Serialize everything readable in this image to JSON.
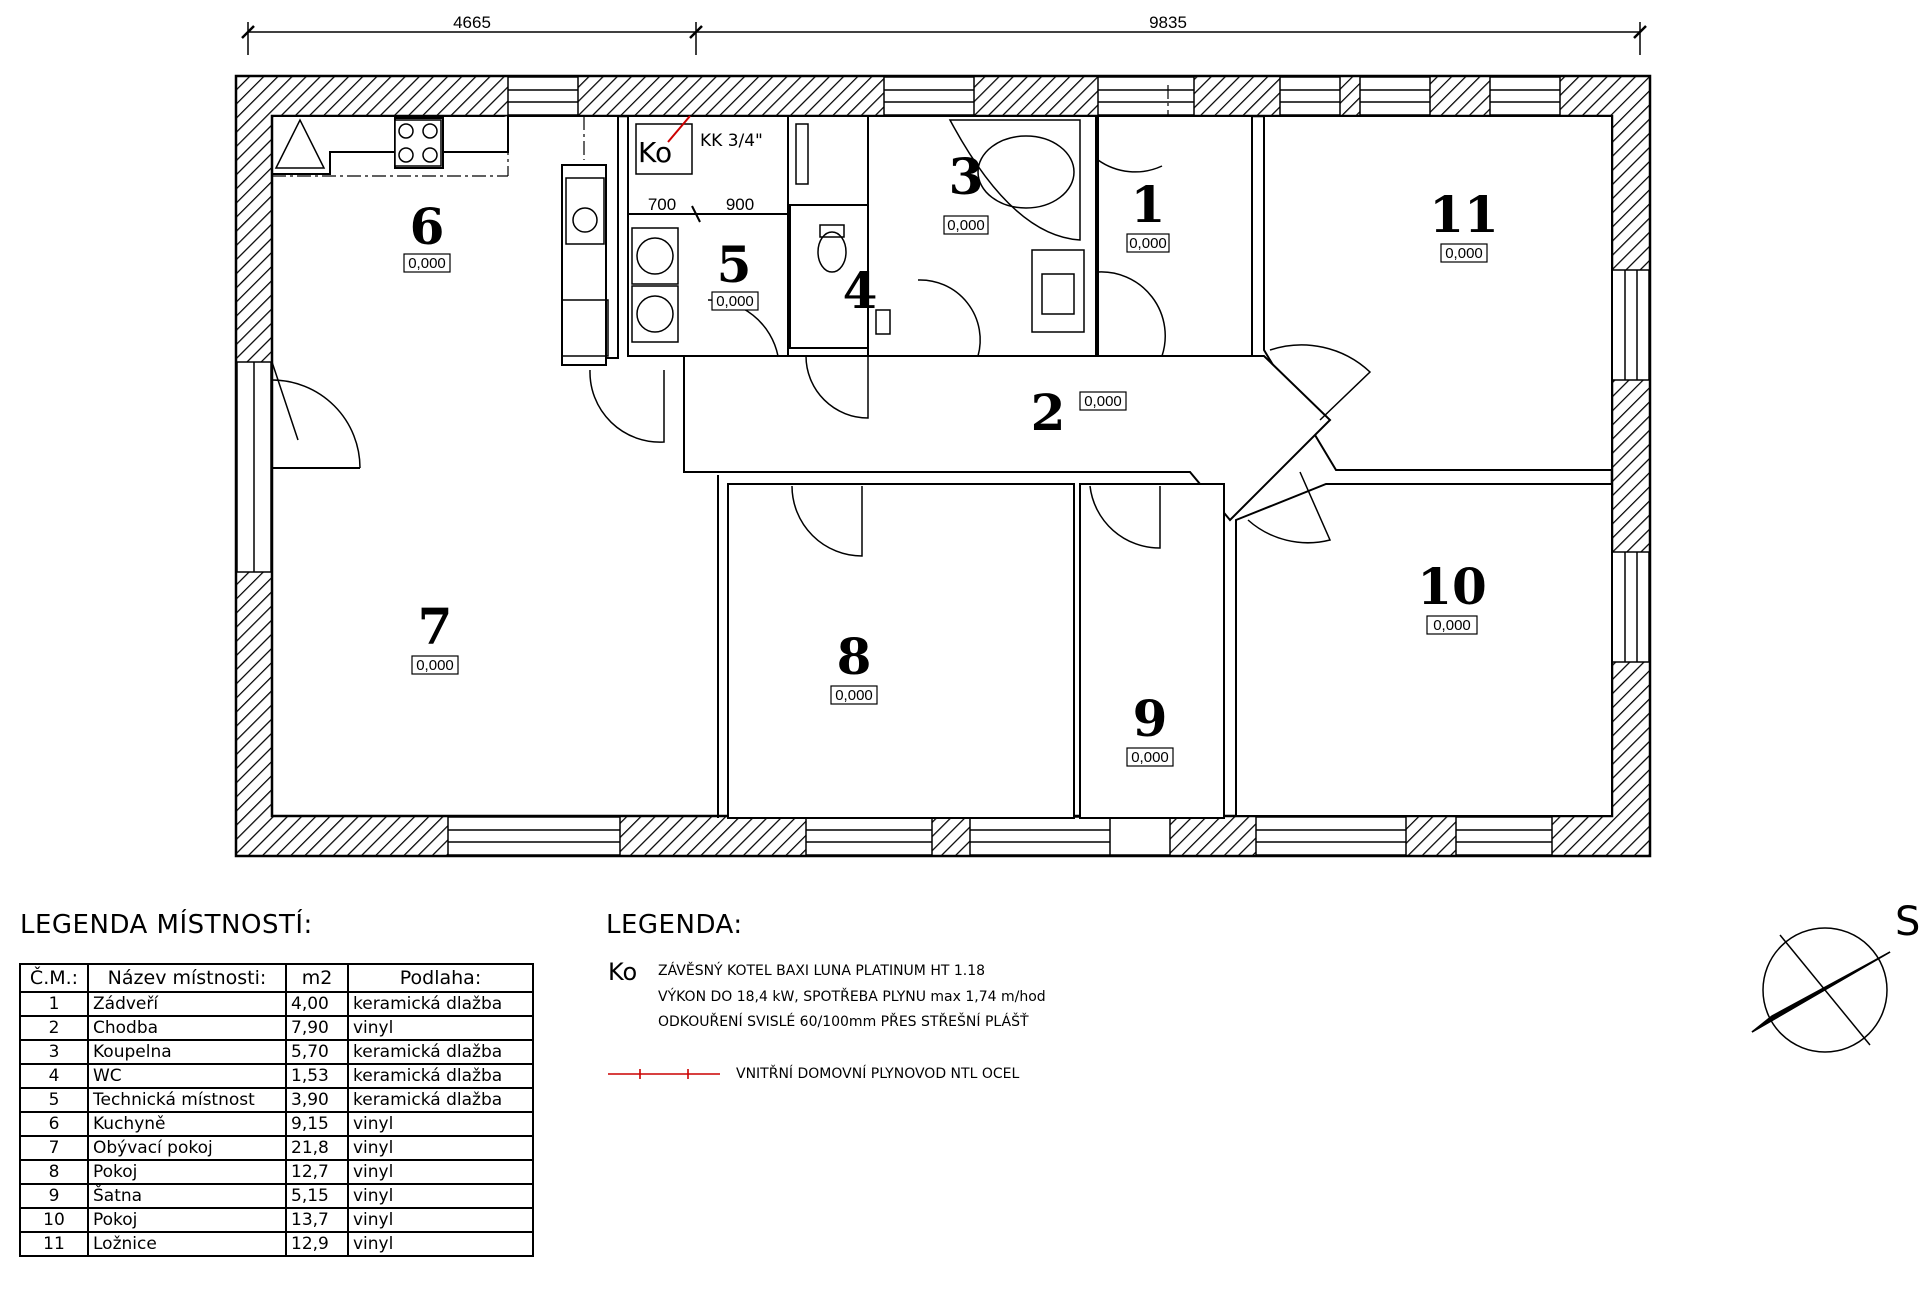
{
  "dimensions": {
    "left": "4665",
    "right": "9835"
  },
  "rooms": [
    {
      "num": "1",
      "level": "0,000"
    },
    {
      "num": "2",
      "level": "0,000"
    },
    {
      "num": "3",
      "level": "0,000"
    },
    {
      "num": "4",
      "level": ""
    },
    {
      "num": "5",
      "level": "0,000"
    },
    {
      "num": "6",
      "level": "0,000"
    },
    {
      "num": "7",
      "level": "0,000"
    },
    {
      "num": "8",
      "level": "0,000"
    },
    {
      "num": "9",
      "level": "0,000"
    },
    {
      "num": "10",
      "level": "0,000"
    },
    {
      "num": "11",
      "level": "0,000"
    }
  ],
  "boiler_room": {
    "symbol": "Ko",
    "note": "KK 3/4\"",
    "dim1": "700",
    "dim2": "900"
  },
  "room_legend": {
    "title": "LEGENDA MÍSTNOSTÍ:",
    "headers": [
      "Č.M.:",
      "Název místnosti:",
      "m2",
      "Podlaha:"
    ],
    "rows": [
      [
        "1",
        "Zádveří",
        "4,00",
        "keramická dlažba"
      ],
      [
        "2",
        "Chodba",
        "7,90",
        "vinyl"
      ],
      [
        "3",
        "Koupelna",
        "5,70",
        "keramická dlažba"
      ],
      [
        "4",
        "WC",
        "1,53",
        "keramická dlažba"
      ],
      [
        "5",
        "Technická místnost",
        "3,90",
        "keramická dlažba"
      ],
      [
        "6",
        "Kuchyně",
        "9,15",
        "vinyl"
      ],
      [
        "7",
        "Obývací pokoj",
        "21,8",
        "vinyl"
      ],
      [
        "8",
        "Pokoj",
        "12,7",
        "vinyl"
      ],
      [
        "9",
        "Šatna",
        "5,15",
        "vinyl"
      ],
      [
        "10",
        "Pokoj",
        "13,7",
        "vinyl"
      ],
      [
        "11",
        "Ložnice",
        "12,9",
        "vinyl"
      ]
    ]
  },
  "legend": {
    "title": "LEGENDA:",
    "ko_symbol": "Ko",
    "ko_lines": [
      "ZÁVĚSNÝ KOTEL BAXI LUNA PLATINUM HT 1.18",
      "VÝKON DO 18,4 kW, SPOTŘEBA PLYNU max 1,74 m/hod",
      "ODKOUŘENÍ SVISLÉ 60/100mm PŘES STŘEŠNÍ PLÁŠŤ"
    ],
    "gas_line": "VNITŘNÍ DOMOVNÍ PLYNOVOD NTL OCEL",
    "gas_color": "#cc0000"
  },
  "north_arrow": {
    "label": "S"
  }
}
